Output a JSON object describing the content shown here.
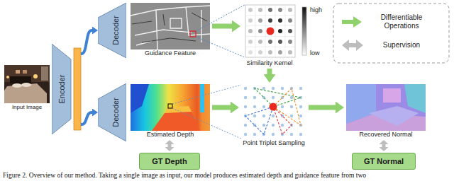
{
  "diagram": {
    "caption": "Figure 2. Overview of our method. Taking a single image as input, our model produces estimated depth and guidance feature from two",
    "nodes": [
      {
        "text": [
          "Input Image"
        ]
      },
      {
        "text": [
          "Encoder"
        ]
      },
      {
        "text": [
          "Decoder"
        ]
      },
      {
        "text": [
          "Decoder"
        ]
      },
      {
        "text": [
          "Guidance Feature"
        ]
      },
      {
        "text": [
          "Estimated Depth"
        ]
      },
      {
        "text": [
          "GT Depth"
        ]
      },
      {
        "text": [
          "Similarity Kernel"
        ]
      },
      {
        "text": [
          "Point Triplet Sampling"
        ]
      },
      {
        "text": [
          "Recovered Normal"
        ]
      },
      {
        "text": [
          "GT Normal"
        ]
      }
    ],
    "edges": [
      {
        "from": 1,
        "to": 2,
        "arrow": "to"
      },
      {
        "from": 1,
        "to": 3,
        "arrow": "to"
      },
      {
        "from": 4,
        "to": 7,
        "arrow": "to"
      },
      {
        "from": 7,
        "to": 8,
        "arrow": "to"
      },
      {
        "from": 5,
        "to": 8,
        "arrow": "to"
      },
      {
        "from": 8,
        "to": 9,
        "arrow": "to"
      },
      {
        "from": 5,
        "to": 6,
        "arrow": "both"
      },
      {
        "from": 9,
        "to": 10,
        "arrow": "both"
      }
    ],
    "labels": [
      "high",
      "low"
    ],
    "legend": [
      {
        "text": "Differentiable Operations"
      },
      {
        "text": "Supervision"
      }
    ]
  }
}
